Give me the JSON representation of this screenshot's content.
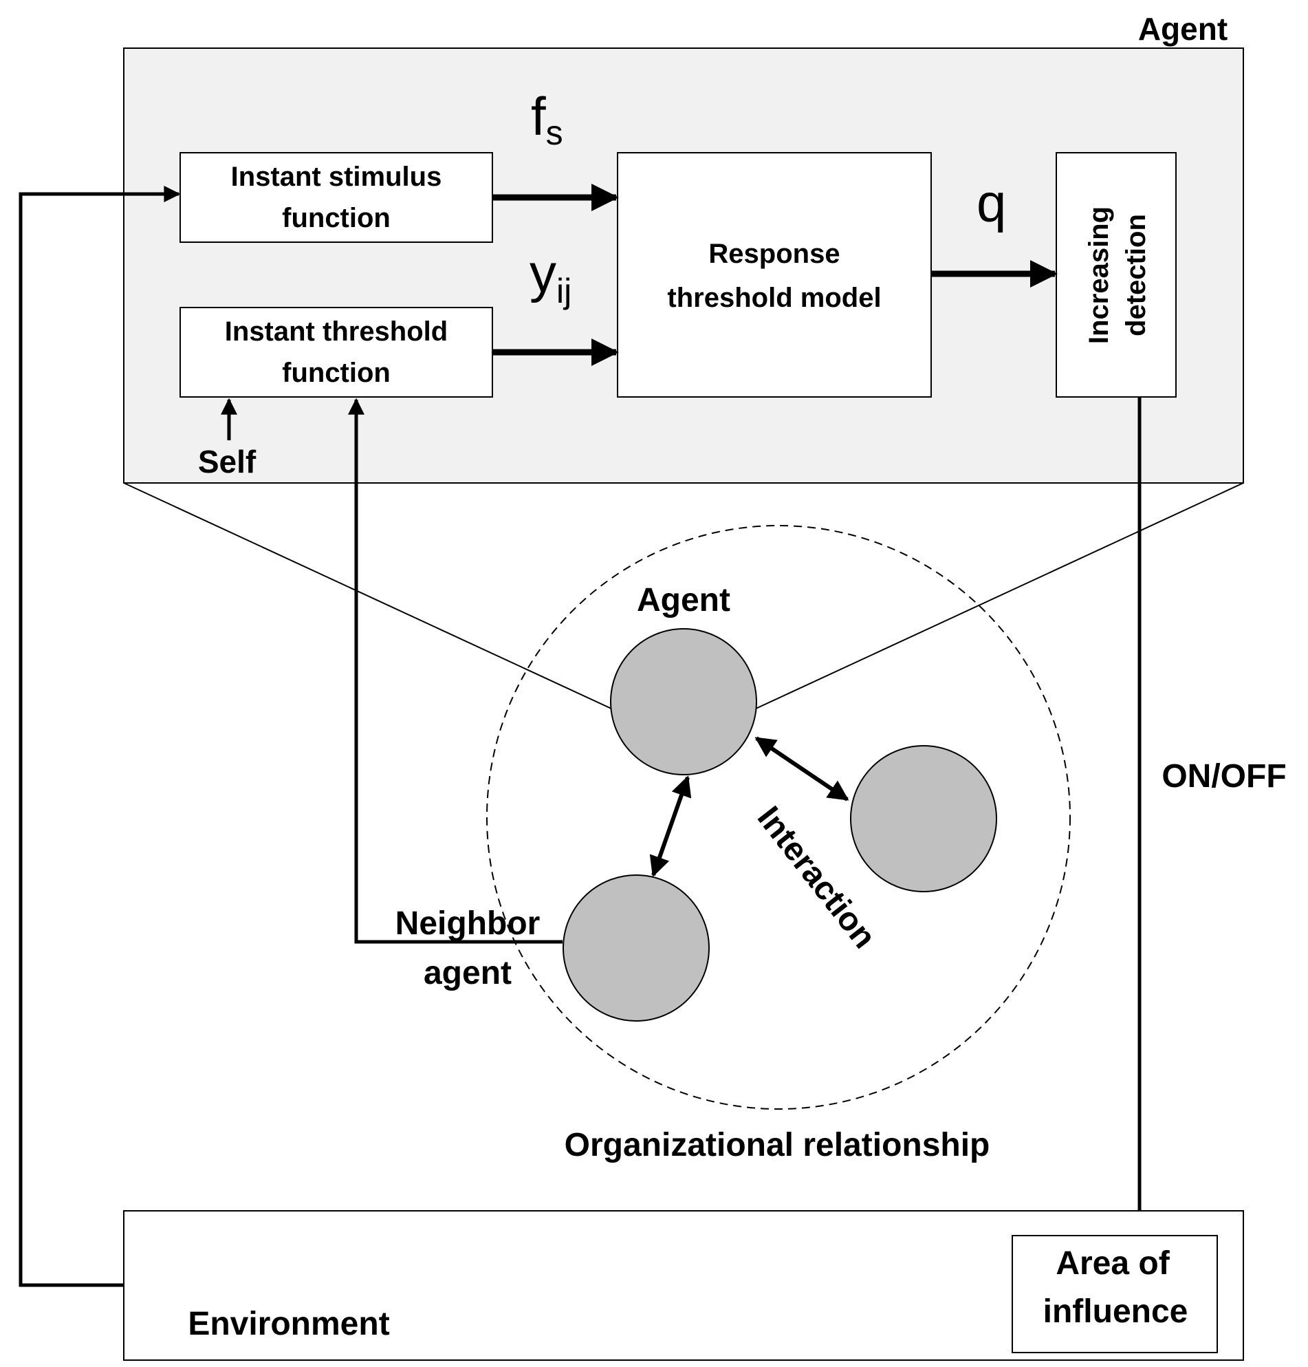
{
  "agent_panel": {
    "title": "Agent",
    "background": "#f1f1f1"
  },
  "blocks": {
    "stimulus": {
      "line1": "Instant stimulus",
      "line2": "function"
    },
    "threshold": {
      "line1": "Instant threshold",
      "line2": "function"
    },
    "response": {
      "line1": "Response",
      "line2": "threshold model"
    },
    "detection": {
      "line1": "Increasing",
      "line2": "detection"
    }
  },
  "symbols": {
    "fs": {
      "base": "f",
      "sub": "s"
    },
    "yij": {
      "base": "y",
      "sub": "ij"
    },
    "q": "q"
  },
  "labels": {
    "self": "Self",
    "agent": "Agent",
    "neighbor_line1": "Neighbor",
    "neighbor_line2": "agent",
    "interaction": "Interaction",
    "organizational": "Organizational relationship",
    "on_off": "ON/OFF",
    "environment": "Environment",
    "area_line1": "Area of",
    "area_line2": "influence"
  },
  "colors": {
    "node_fill": "#c0c0c0",
    "stroke": "#000000"
  }
}
